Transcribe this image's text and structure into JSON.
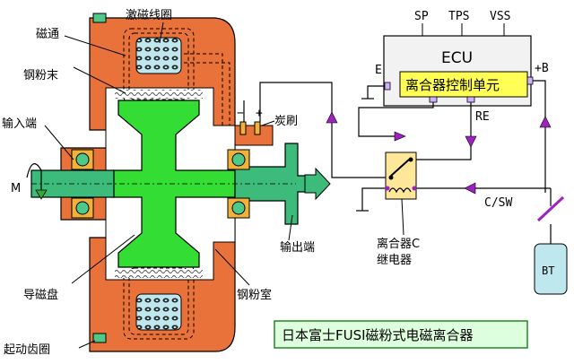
{
  "labels": {
    "excitation_coil": "激磁线圈",
    "magnetic_flux": "磁通",
    "steel_powder": "钢粉末",
    "input_end": "输入端",
    "m": "M",
    "carbon_brush": "炭刷",
    "minus": "−",
    "plus": "+",
    "output_end": "输出端",
    "magnetic_disc": "导磁盘",
    "steel_powder_chamber": "钢粉室",
    "start_gear": "起动齿圈",
    "relay_line1": "离合器C",
    "relay_line2": "继电器",
    "csw": "C/SW",
    "bt": "BT",
    "sp": "SP",
    "tps": "TPS",
    "vss": "VSS",
    "ecu": "ECU",
    "ecu_e": "E",
    "ecu_plus_b": "+B",
    "clutch_control_unit": "离合器控制单元",
    "re": "RE",
    "caption": "日本富士FUSI磁粉式电磁离合器"
  },
  "colors": {
    "housing": "#e8723a",
    "disc": "#33dd33",
    "shaft": "#3dbb7a",
    "bearing": "#f2b23a",
    "coil": "#bfe8ee",
    "accent": "#a020c0",
    "ecu_box": "#f2f2f2",
    "control_unit": "#ffff55",
    "relay": "#ffe79a",
    "battery": "#bfe8ee",
    "caption_box": "#ddffdd",
    "caption_border": "#228822",
    "wire": "#000000"
  }
}
